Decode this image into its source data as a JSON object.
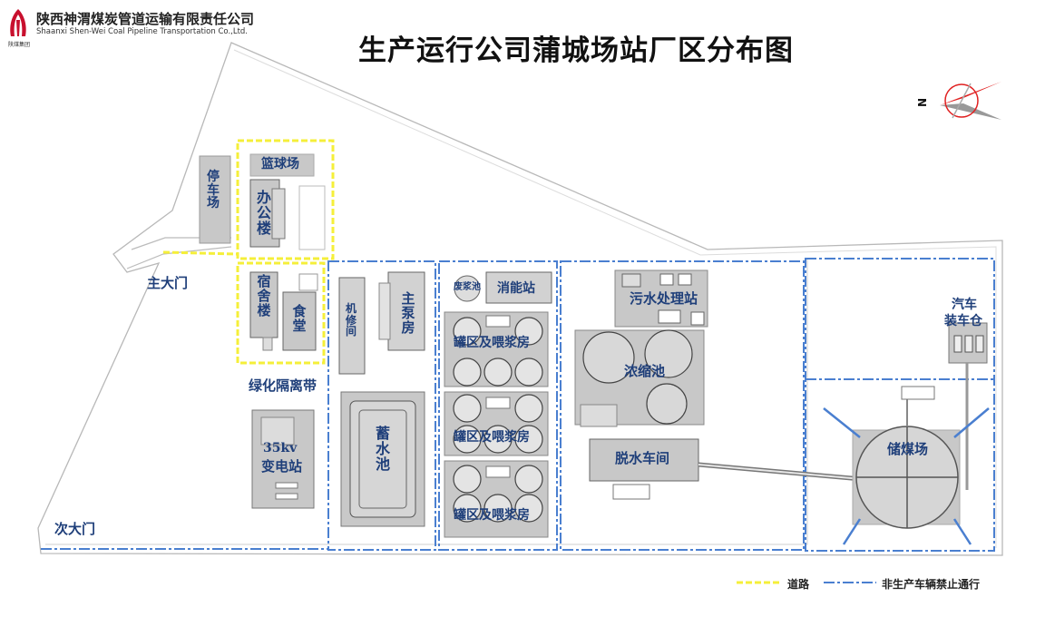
{
  "header": {
    "company_cn": "陕西神渭煤炭管道运输有限责任公司",
    "company_en": "Shaanxi Shen-Wei Coal Pipeline Transportation Co.,Ltd.",
    "logo_caption": "陕煤集团",
    "title": "生产运行公司蒲城场站厂区分布图"
  },
  "compass": {
    "letter": "N"
  },
  "labels": {
    "parking": "停车场",
    "basketball": "篮球场",
    "office": "办公楼",
    "dorm": "宿舍楼",
    "canteen": "食堂",
    "main_gate": "主大门",
    "green_belt": "绿化隔离带",
    "substation_1": "35kv",
    "substation_2": "变电站",
    "second_gate": "次大门",
    "repair": "机修间",
    "main_pump": "主泵房",
    "reservoir": "蓄水池",
    "waste_pool": "废浆池",
    "fire_station": "消能站",
    "tank_1": "罐区及喂浆房",
    "tank_2": "罐区及喂浆房",
    "tank_3": "罐区及喂浆房",
    "sewage": "污水处理站",
    "thickener": "浓缩池",
    "dewater": "脱水车间",
    "truck_load_1": "汽车",
    "truck_load_2": "装车仓",
    "coal_yard": "储煤场"
  },
  "legend": {
    "road": "道路",
    "restricted": "非生产车辆禁止通行"
  },
  "colors": {
    "label_blue": "#1f3f7a",
    "road_yellow": "#f5ef3a",
    "restricted_blue": "#4a7fd0",
    "building_gray": "#c8c8c8",
    "compass_red": "#e02020"
  }
}
